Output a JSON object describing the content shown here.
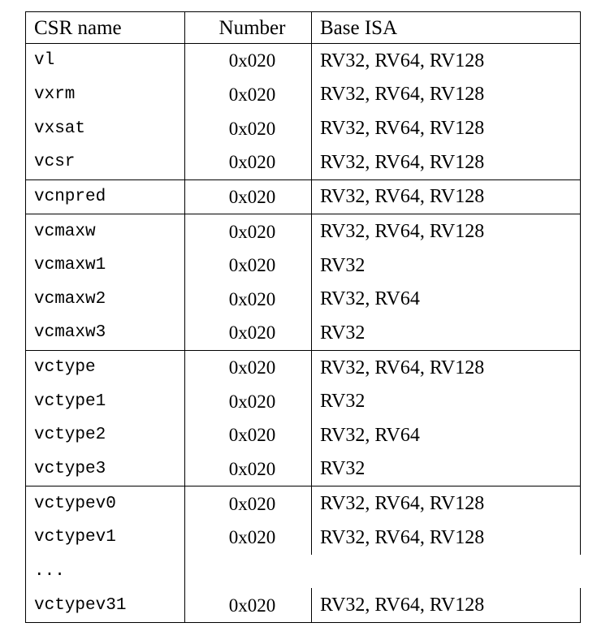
{
  "table": {
    "columns": [
      {
        "key": "name",
        "label": "CSR name",
        "align": "left"
      },
      {
        "key": "number",
        "label": "Number",
        "align": "center"
      },
      {
        "key": "isa",
        "label": "Base ISA",
        "align": "left"
      }
    ],
    "groups": [
      {
        "rows": [
          {
            "name": "vl",
            "number": "0x020",
            "isa": "RV32, RV64, RV128"
          },
          {
            "name": "vxrm",
            "number": "0x020",
            "isa": "RV32, RV64, RV128"
          },
          {
            "name": "vxsat",
            "number": "0x020",
            "isa": "RV32, RV64, RV128"
          },
          {
            "name": "vcsr",
            "number": "0x020",
            "isa": "RV32, RV64, RV128"
          }
        ]
      },
      {
        "rows": [
          {
            "name": "vcnpred",
            "number": "0x020",
            "isa": "RV32, RV64, RV128"
          }
        ]
      },
      {
        "rows": [
          {
            "name": "vcmaxw",
            "number": "0x020",
            "isa": "RV32, RV64, RV128"
          },
          {
            "name": "vcmaxw1",
            "number": "0x020",
            "isa": "RV32"
          },
          {
            "name": "vcmaxw2",
            "number": "0x020",
            "isa": "RV32, RV64"
          },
          {
            "name": "vcmaxw3",
            "number": "0x020",
            "isa": "RV32"
          }
        ]
      },
      {
        "rows": [
          {
            "name": "vctype",
            "number": "0x020",
            "isa": "RV32, RV64, RV128"
          },
          {
            "name": "vctype1",
            "number": "0x020",
            "isa": "RV32"
          },
          {
            "name": "vctype2",
            "number": "0x020",
            "isa": "RV32, RV64"
          },
          {
            "name": "vctype3",
            "number": "0x020",
            "isa": "RV32"
          }
        ]
      },
      {
        "rows": [
          {
            "name": "vctypev0",
            "number": "0x020",
            "isa": "RV32, RV64, RV128"
          },
          {
            "name": "vctypev1",
            "number": "0x020",
            "isa": "RV32, RV64, RV128"
          },
          {
            "name": "...",
            "number": "",
            "isa": "",
            "ellipsis": true
          },
          {
            "name": "vctypev31",
            "number": "0x020",
            "isa": "RV32, RV64, RV128"
          }
        ]
      }
    ]
  },
  "colors": {
    "rule": "#000000",
    "text": "#000000",
    "background": "#ffffff"
  }
}
